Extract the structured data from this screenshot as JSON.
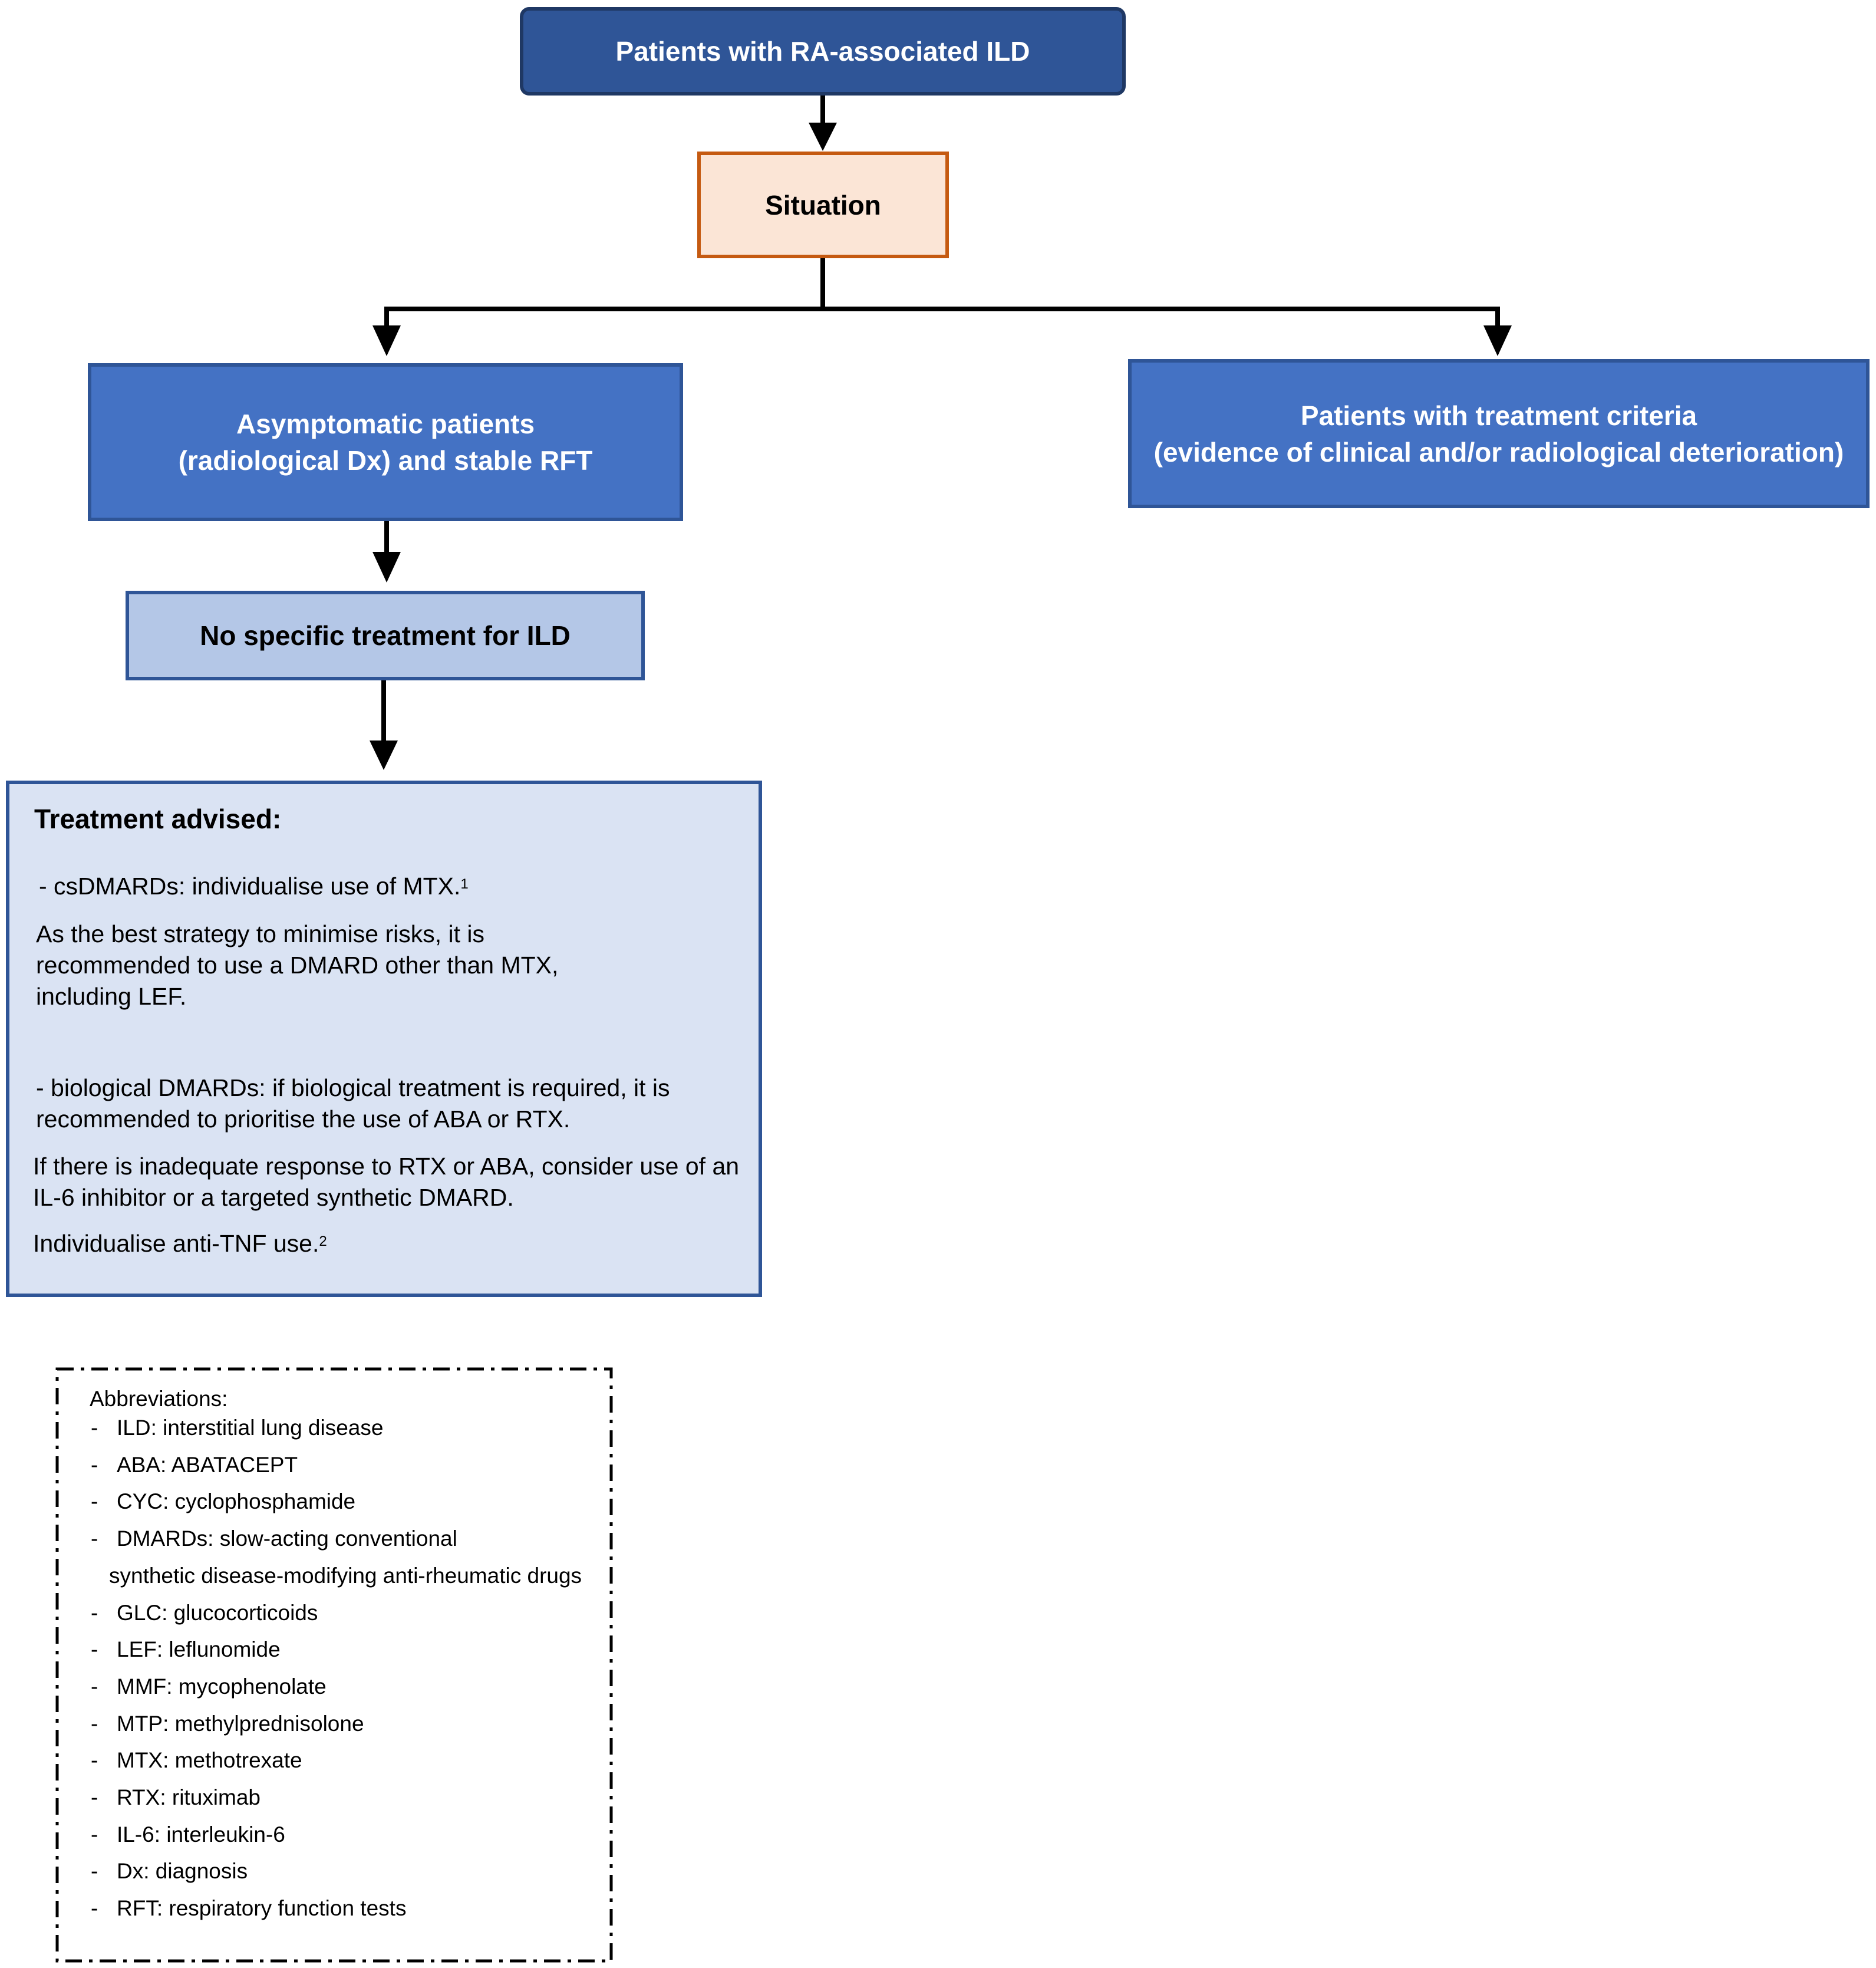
{
  "nodes": {
    "root": "Patients with RA-associated ILD",
    "situation": "Situation",
    "asymptomatic": [
      "Asymptomatic patients",
      "(radiological Dx) and stable RFT"
    ],
    "criteria": [
      "Patients with treatment criteria",
      "(evidence of clinical and/or radiological deterioration)"
    ],
    "no_treatment": "No specific treatment for ILD"
  },
  "treatment_advised": {
    "title": "Treatment advised:",
    "csdmards": "- csDMARDs: individualise use of MTX.",
    "csdmards_note": "1",
    "strategy": [
      "As the best strategy to minimise risks, it is",
      "recommended to use a DMARD other than MTX,",
      "including LEF."
    ],
    "biological": [
      "- biological DMARDs: if biological treatment is required, it is",
      "recommended to prioritise the use of ABA or RTX."
    ],
    "inadequate": [
      "If there is inadequate response to RTX or ABA, consider use of an",
      "IL-6 inhibitor or a targeted synthetic DMARD."
    ],
    "anti_tnf": "Individualise anti-TNF use.",
    "anti_tnf_note": "2"
  },
  "abbreviations": {
    "title": "Abbreviations:",
    "dash": "-",
    "items": [
      "ILD: interstitial lung disease",
      "ABA: ABATACEPT",
      "CYC: cyclophosphamide",
      "DMARDs: slow-acting conventional",
      "GLC: glucocorticoids",
      "LEF: leflunomide",
      "MMF: mycophenolate",
      "MTP: methylprednisolone",
      "MTX: methotrexate",
      "RTX: rituximab",
      "IL-6: interleukin-6",
      "Dx: diagnosis",
      "RFT: respiratory function tests"
    ],
    "dmards_continuation": "synthetic disease-modifying anti-rheumatic drugs"
  }
}
